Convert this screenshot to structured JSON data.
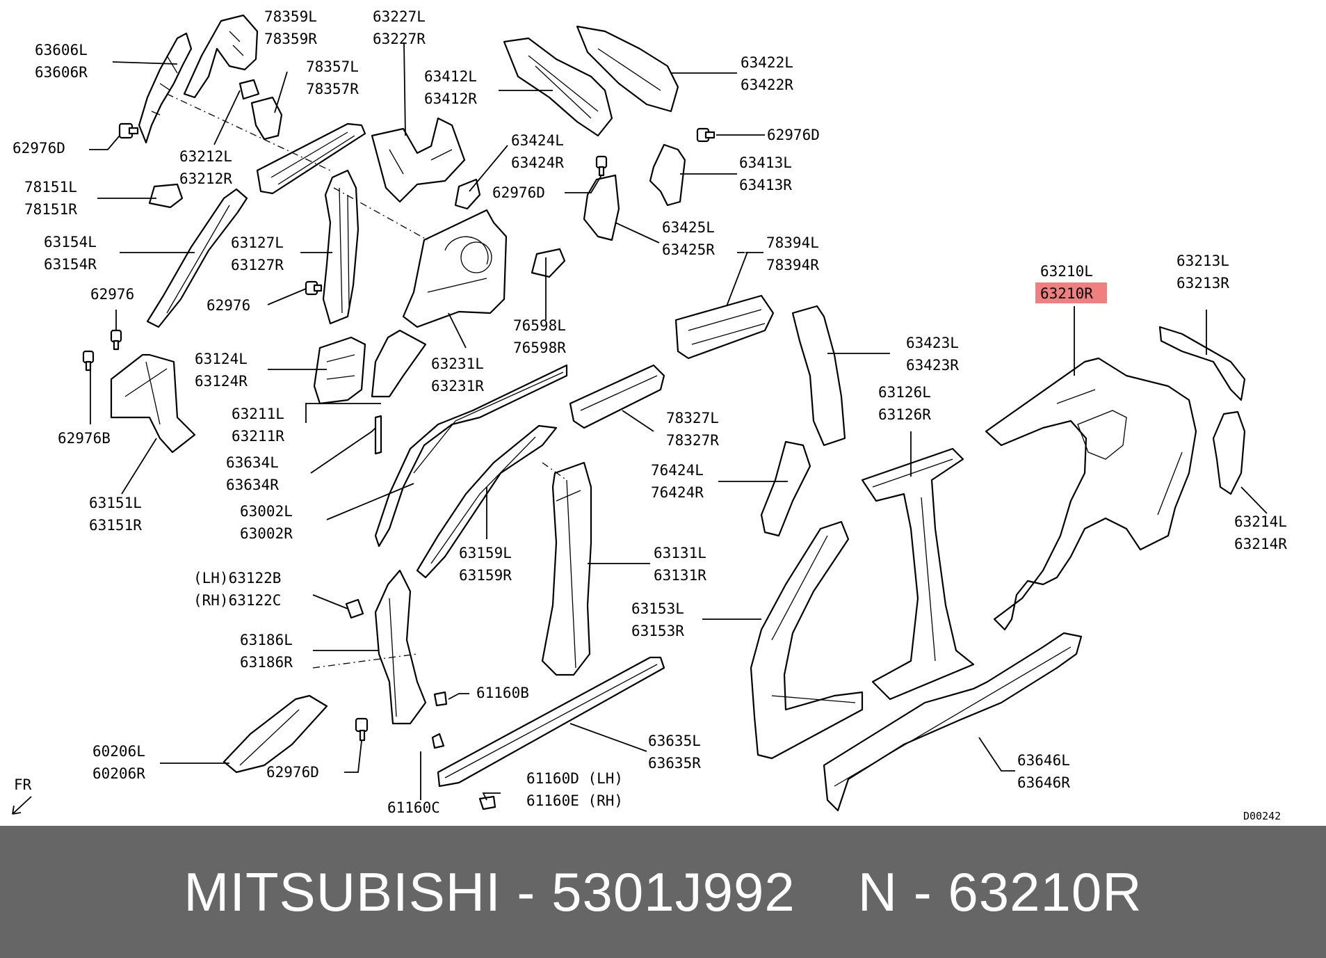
{
  "diagram": {
    "labels": {
      "p63606": [
        "63606L",
        "63606R"
      ],
      "p78359": [
        "78359L",
        "78359R"
      ],
      "p78357": [
        "78357L",
        "78357R"
      ],
      "p63227": [
        "63227L",
        "63227R"
      ],
      "p63412": [
        "63412L",
        "63412R"
      ],
      "p63422": [
        "63422L",
        "63422R"
      ],
      "p62976d_a": [
        "62976D"
      ],
      "p63212": [
        "63212L",
        "63212R"
      ],
      "p62976d_b": [
        "62976D"
      ],
      "p63424": [
        "63424L",
        "63424R"
      ],
      "p62976d_c": [
        "62976D"
      ],
      "p63413": [
        "63413L",
        "63413R"
      ],
      "p78151": [
        "78151L",
        "78151R"
      ],
      "p63154": [
        "63154L",
        "63154R"
      ],
      "p63127": [
        "63127L",
        "63127R"
      ],
      "p63425": [
        "63425L",
        "63425R"
      ],
      "p78394": [
        "78394L",
        "78394R"
      ],
      "p62976_a": [
        "62976"
      ],
      "p62976_b": [
        "62976"
      ],
      "p76598": [
        "76598L",
        "76598R"
      ],
      "p63210": [
        "63210L",
        "63210R"
      ],
      "p63213": [
        "63213L",
        "63213R"
      ],
      "p63124": [
        "63124L",
        "63124R"
      ],
      "p63231": [
        "63231L",
        "63231R"
      ],
      "p63423": [
        "63423L",
        "63423R"
      ],
      "p63211": [
        "63211L",
        "63211R"
      ],
      "p78327": [
        "78327L",
        "78327R"
      ],
      "p63126": [
        "63126L",
        "63126R"
      ],
      "p62976b": [
        "62976B"
      ],
      "p63634": [
        "63634L",
        "63634R"
      ],
      "p76424": [
        "76424L",
        "76424R"
      ],
      "p63151": [
        "63151L",
        "63151R"
      ],
      "p63002": [
        "63002L",
        "63002R"
      ],
      "p63214": [
        "63214L",
        "63214R"
      ],
      "p63159": [
        "63159L",
        "63159R"
      ],
      "p63131": [
        "63131L",
        "63131R"
      ],
      "p63122": [
        "(LH)63122B",
        "(RH)63122C"
      ],
      "p63153": [
        "63153L",
        "63153R"
      ],
      "p63186": [
        "63186L",
        "63186R"
      ],
      "p61160b": [
        "61160B"
      ],
      "p60206": [
        "60206L",
        "60206R"
      ],
      "p63635": [
        "63635L",
        "63635R"
      ],
      "p63646": [
        "63646L",
        "63646R"
      ],
      "p62976d_d": [
        "62976D"
      ],
      "p61160d": [
        "61160D (LH)",
        "61160E (RH)"
      ],
      "p61160c": [
        "61160C"
      ]
    },
    "highlighted_label": "63210R",
    "highlight_color": "#f08080",
    "direction_marker": "FR",
    "drawing_code": "D00242"
  },
  "footer": {
    "left": "MITSUBISHI - 5301J992",
    "right": "N - 63210R"
  }
}
